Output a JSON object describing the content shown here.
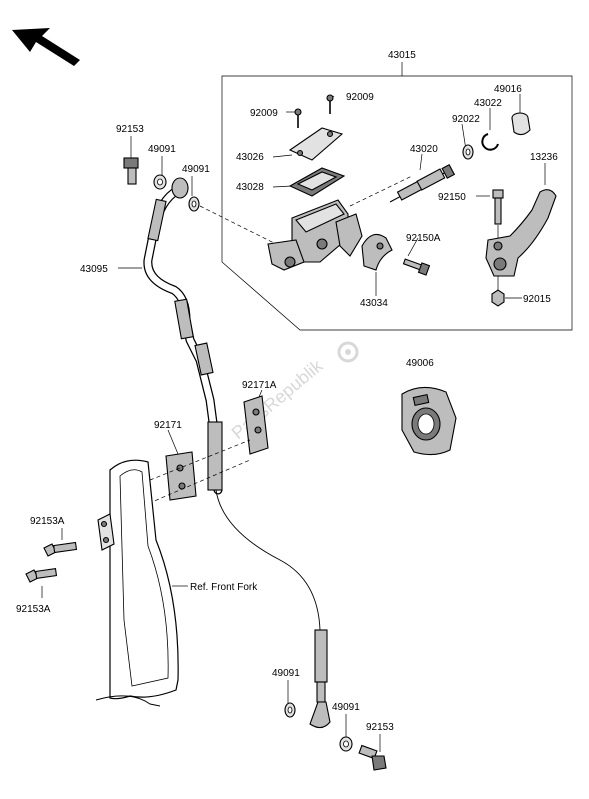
{
  "watermark": "PartsRepublik",
  "reference_note": "Ref. Front Fork",
  "labels": {
    "l43015": "43015",
    "l92009a": "92009",
    "l92009b": "92009",
    "l49016": "49016",
    "l43022": "43022",
    "l92022": "92022",
    "l43026": "43026",
    "l43020": "43020",
    "l13236": "13236",
    "l43028": "43028",
    "l92150": "92150",
    "l92150A": "92150A",
    "l43034": "43034",
    "l92015": "92015",
    "l92153_top": "92153",
    "l49091_a": "49091",
    "l49091_b": "49091",
    "l43095": "43095",
    "l49006": "49006",
    "l92171A": "92171A",
    "l92171": "92171",
    "l92153A_a": "92153A",
    "l92153A_b": "92153A",
    "l49091_c": "49091",
    "l49091_d": "49091",
    "l92153_bot": "92153"
  }
}
